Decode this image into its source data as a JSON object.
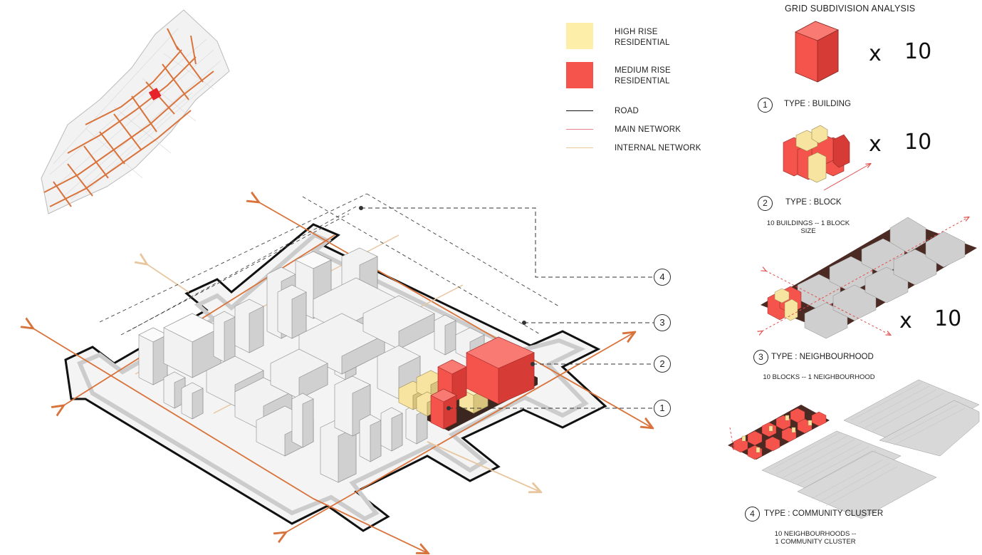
{
  "legend": {
    "items": [
      {
        "label_line1": "HIGH RISE",
        "label_line2": "RESIDENTIAL",
        "color": "#fdeeaa"
      },
      {
        "label_line1": "MEDIUM RISE",
        "label_line2": "RESIDENTIAL",
        "color": "#f4544c"
      },
      {
        "label_line1": "ROAD",
        "label_line2": "",
        "color": "#111111"
      },
      {
        "label_line1": "MAIN NETWORK",
        "label_line2": "",
        "color": "#e8828e"
      },
      {
        "label_line1": "INTERNAL NETWORK",
        "label_line2": "",
        "color": "#e8c89a"
      }
    ]
  },
  "analysis": {
    "title": "GRID SUBDIVISION ANALYSIS",
    "multiplier_symbol": "x",
    "steps": [
      {
        "number": "1",
        "label": "TYPE :  BUILDING",
        "multiplier": "10",
        "sub_line1": "",
        "sub_line2": ""
      },
      {
        "number": "2",
        "label": "TYPE : BLOCK",
        "multiplier": "10",
        "sub_line1": "10 BUILDINGS --   1 BLOCK",
        "sub_line2": "SIZE"
      },
      {
        "number": "3",
        "label": "TYPE : NEIGHBOURHOOD",
        "multiplier": "10",
        "sub_line1": "10 BLOCKS --   1 NEIGHBOURHOOD",
        "sub_line2": ""
      },
      {
        "number": "4",
        "label": "TYPE : COMMUNITY CLUSTER",
        "multiplier": "",
        "sub_line1": "10 NEIGHBOURHOODS --",
        "sub_line2": "1 COMMUNITY CLUSTER"
      }
    ]
  },
  "callouts": [
    "4",
    "3",
    "2",
    "1"
  ],
  "colors": {
    "road_orange": "#d9733c",
    "internal_road": "#e8c6a0",
    "building_grey": "#e6e6e6",
    "high_rise": "#f7e4a1",
    "medium_rise": "#f4544c"
  }
}
